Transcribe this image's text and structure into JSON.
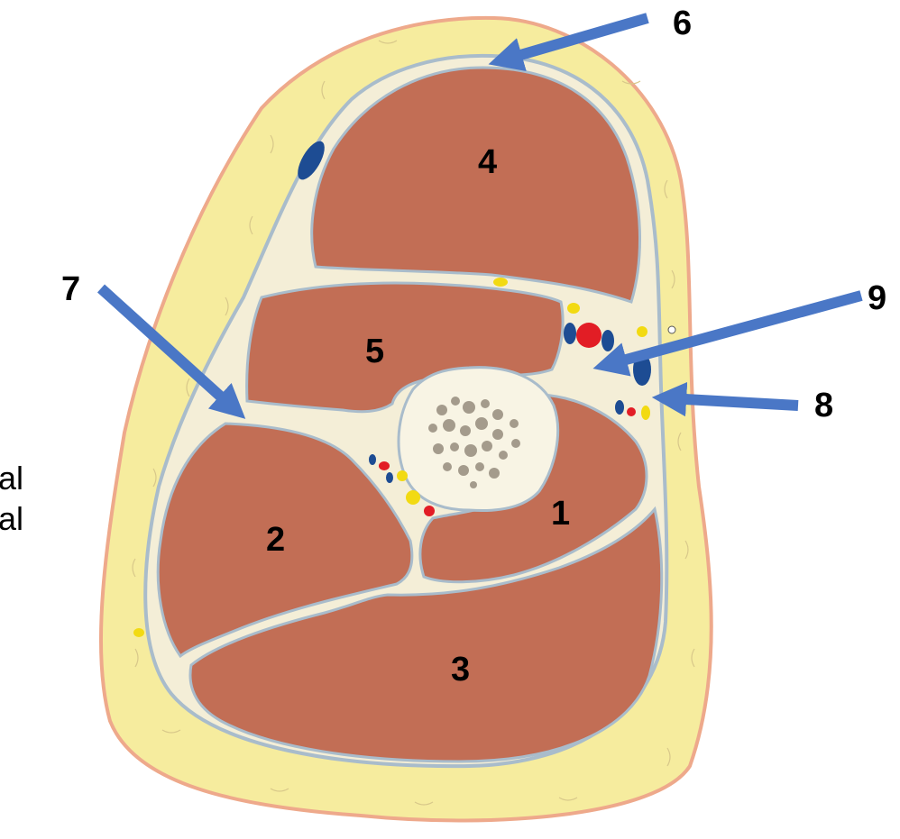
{
  "colors": {
    "background": "#ffffff",
    "skin_fat": "#f6ec9e",
    "skin_outline": "#eea98b",
    "fascia": "#a9bccb",
    "connective": "#f4eed7",
    "muscle": "#c26e55",
    "bone_marrow": "#f8f4e4",
    "bone_spots": "#a49b8c",
    "vein": "#1d4c93",
    "artery": "#e21d25",
    "nerve": "#f2da12",
    "arrow": "#4a77c6",
    "text": "#000000"
  },
  "labels": {
    "m1": "1",
    "m2": "2",
    "m3": "3",
    "m4": "4",
    "m5": "5",
    "a6": "6",
    "a7": "7",
    "a8": "8",
    "a9": "9"
  },
  "side_text": {
    "line1": "al",
    "line2": "al"
  },
  "arrows": [
    {
      "label": "6",
      "icon": "arrow-icon"
    },
    {
      "label": "7",
      "icon": "arrow-icon"
    },
    {
      "label": "8",
      "icon": "arrow-icon"
    },
    {
      "label": "9",
      "icon": "arrow-icon"
    }
  ]
}
